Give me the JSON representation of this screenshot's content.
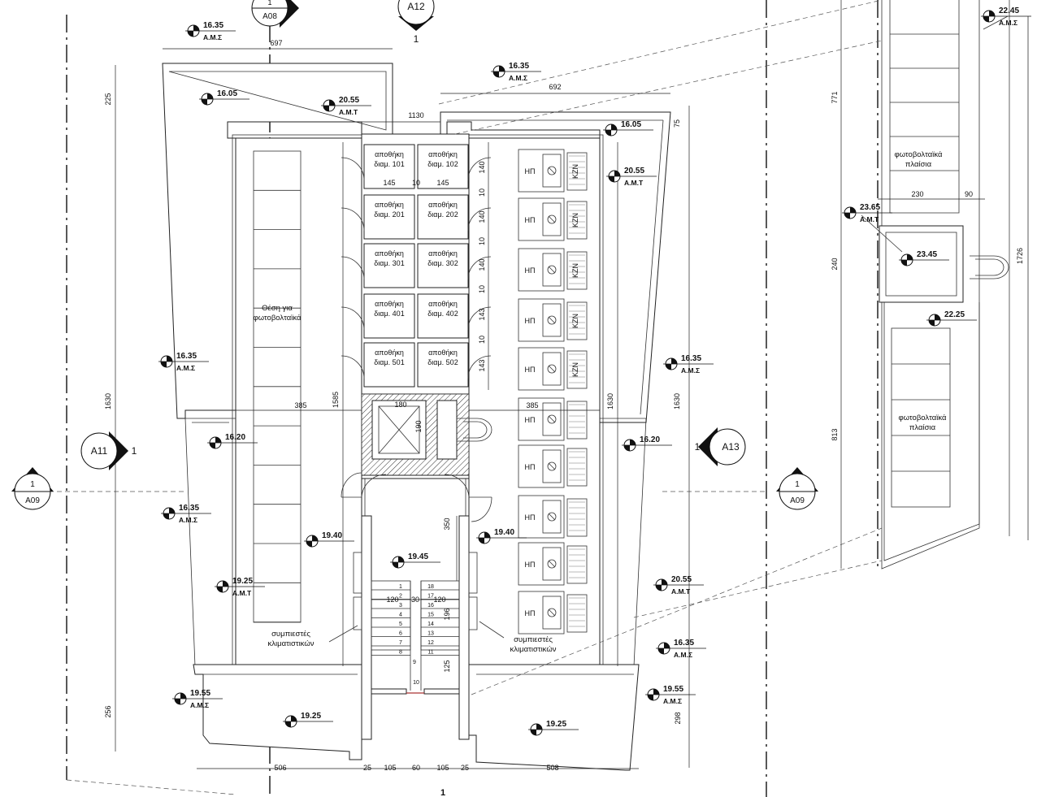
{
  "levels": [
    {
      "value": "16.35",
      "tag": "Α.Μ.Σ"
    },
    {
      "value": "16.05",
      "tag": ""
    },
    {
      "value": "20.55",
      "tag": "Α.Μ.Τ"
    },
    {
      "value": "16.35",
      "tag": "Α.Μ.Σ"
    },
    {
      "value": "16.05",
      "tag": ""
    },
    {
      "value": "20.55",
      "tag": "Α.Μ.Τ"
    },
    {
      "value": "16.35",
      "tag": "Α.Μ.Σ"
    },
    {
      "value": "16.35",
      "tag": "Α.Μ.Σ"
    },
    {
      "value": "16.20",
      "tag": ""
    },
    {
      "value": "16.20",
      "tag": ""
    },
    {
      "value": "16.35",
      "tag": "Α.Μ.Σ"
    },
    {
      "value": "19.40",
      "tag": ""
    },
    {
      "value": "19.40",
      "tag": ""
    },
    {
      "value": "19.45",
      "tag": ""
    },
    {
      "value": "19.25",
      "tag": "Α.Μ.Τ"
    },
    {
      "value": "20.55",
      "tag": "Α.Μ.Τ"
    },
    {
      "value": "16.35",
      "tag": "Α.Μ.Σ"
    },
    {
      "value": "19.55",
      "tag": "Α.Μ.Σ"
    },
    {
      "value": "19.55",
      "tag": "Α.Μ.Σ"
    },
    {
      "value": "19.25",
      "tag": ""
    },
    {
      "value": "19.25",
      "tag": ""
    },
    {
      "value": "22.45",
      "tag": "Α.Μ.Σ"
    },
    {
      "value": "23.65",
      "tag": "Α.Μ.Τ"
    },
    {
      "value": "23.45",
      "tag": ""
    },
    {
      "value": "22.25",
      "tag": ""
    }
  ],
  "sections": [
    {
      "num": "1",
      "ref": "A08"
    },
    {
      "num": "1",
      "ref": "A12"
    },
    {
      "num": "1",
      "ref": "A11"
    },
    {
      "num": "1",
      "ref": "A13"
    },
    {
      "num": "1",
      "ref": "A09"
    },
    {
      "num": "1",
      "ref": "A09"
    }
  ],
  "storage": [
    {
      "l1": "αποθήκη",
      "l2": "διαμ. 101"
    },
    {
      "l1": "αποθήκη",
      "l2": "διαμ. 102"
    },
    {
      "l1": "αποθήκη",
      "l2": "διαμ. 201"
    },
    {
      "l1": "αποθήκη",
      "l2": "διαμ. 202"
    },
    {
      "l1": "αποθήκη",
      "l2": "διαμ. 301"
    },
    {
      "l1": "αποθήκη",
      "l2": "διαμ. 302"
    },
    {
      "l1": "αποθήκη",
      "l2": "διαμ. 401"
    },
    {
      "l1": "αποθήκη",
      "l2": "διαμ. 402"
    },
    {
      "l1": "αποθήκη",
      "l2": "διαμ. 501"
    },
    {
      "l1": "αποθήκη",
      "l2": "διαμ. 502"
    }
  ],
  "heater_label": "ΗΠ",
  "tank_label": "KZN",
  "labels": {
    "pv_area_l1": "Θέση για",
    "pv_area_l2": "φωτοβολταϊκά",
    "pv_panel_l1": "φωτοβολταϊκά",
    "pv_panel_l2": "πλαίσια",
    "ac_l1": "συμπιεστές",
    "ac_l2": "κλιματιστικών",
    "bottom_axis": "1"
  },
  "stair_steps": [
    "1",
    "2",
    "3",
    "4",
    "5",
    "6",
    "7",
    "8",
    "9",
    "10",
    "11",
    "12",
    "13",
    "14",
    "15",
    "16",
    "17",
    "18"
  ],
  "dims": [
    "697",
    "225",
    "1130",
    "692",
    "75",
    "145",
    "10",
    "145",
    "140",
    "10",
    "140",
    "10",
    "140",
    "10",
    "143",
    "10",
    "143",
    "385",
    "1585",
    "180",
    "190",
    "385",
    "1630",
    "1630",
    "1630",
    "350",
    "120",
    "30",
    "120",
    "196",
    "125",
    "256",
    "298",
    "506",
    "25",
    "105",
    "60",
    "105",
    "25",
    "508",
    "771",
    "230",
    "90",
    "240",
    "1726",
    "813"
  ]
}
